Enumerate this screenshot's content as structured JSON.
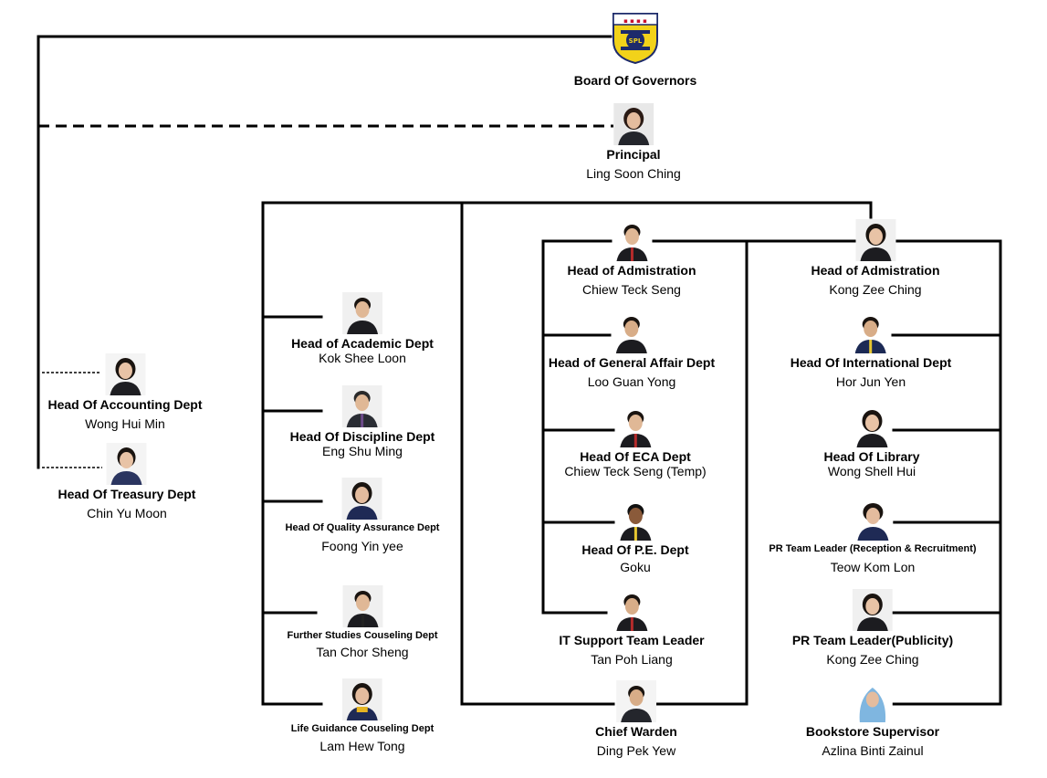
{
  "board": {
    "title": "Board Of Governors",
    "logo_text": "SPL"
  },
  "principal": {
    "title": "Principal",
    "name": "Ling Soon Ching"
  },
  "finance": [
    {
      "title": "Head Of Accounting Dept",
      "name": "Wong Hui Min"
    },
    {
      "title": "Head Of Treasury Dept",
      "name": "Chin Yu Moon"
    }
  ],
  "academic_branch": [
    {
      "title": "Head of Academic Dept",
      "name": "Kok Shee Loon"
    },
    {
      "title": "Head Of Discipline Dept",
      "name": "Eng Shu Ming"
    },
    {
      "title": "Head Of Quality Assurance Dept",
      "name": "Foong Yin yee"
    },
    {
      "title": "Further Studies Couseling Dept",
      "name": "Tan Chor Sheng"
    },
    {
      "title": "Life Guidance Couseling Dept",
      "name": "Lam Hew Tong"
    }
  ],
  "admin_branch_1": [
    {
      "title": "Head of Admistration",
      "name": "Chiew Teck Seng"
    },
    {
      "title": "Head of General Affair Dept",
      "name": "Loo Guan Yong"
    },
    {
      "title": "Head Of ECA Dept",
      "name": "Chiew Teck Seng (Temp)"
    },
    {
      "title": "Head Of P.E. Dept",
      "name": "Goku"
    },
    {
      "title": "IT Support Team Leader",
      "name": "Tan Poh Liang"
    }
  ],
  "chief_warden": {
    "title": "Chief Warden",
    "name": "Ding Pek Yew"
  },
  "admin_branch_2": [
    {
      "title": "Head of Admistration",
      "name": "Kong Zee Ching"
    },
    {
      "title": "Head Of International Dept",
      "name": "Hor Jun Yen"
    },
    {
      "title": "Head Of Library",
      "name": "Wong Shell Hui"
    },
    {
      "title": "PR Team Leader (Reception & Recruitment)",
      "name": "Teow Kom Lon"
    },
    {
      "title": "PR Team Leader(Publicity)",
      "name": "Kong Zee Ching"
    },
    {
      "title": "Bookstore Supervisor",
      "name": "Azlina Binti Zainul"
    }
  ],
  "colors": {
    "line": "#000000",
    "logo_yellow": "#f2d21a",
    "logo_navy": "#1d2a6b",
    "logo_red": "#c8102e"
  }
}
